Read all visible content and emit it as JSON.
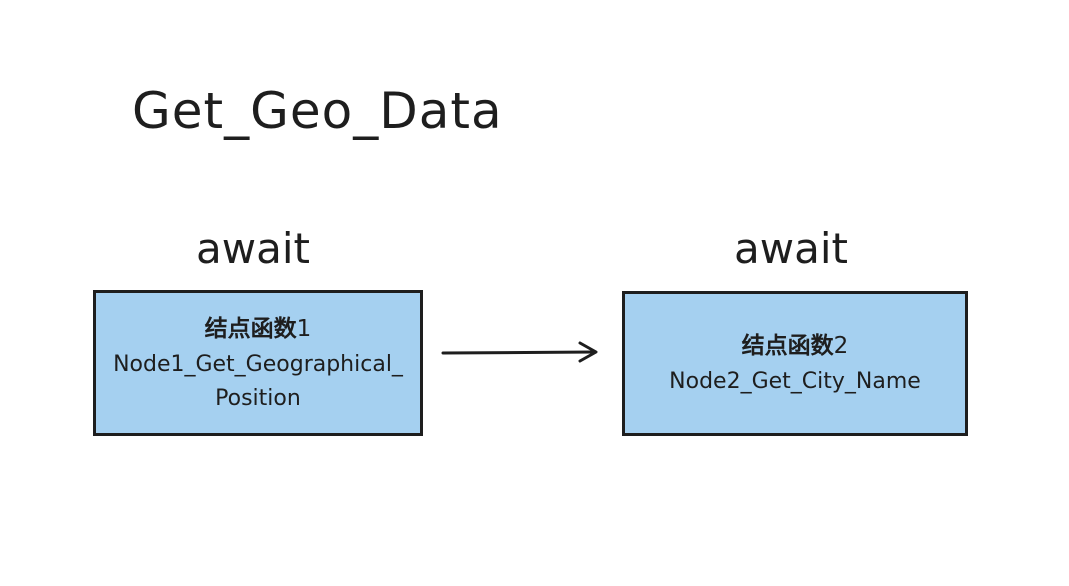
{
  "title": "Get_Geo_Data",
  "nodes": [
    {
      "prefix": "await",
      "label_cn": "结点函数",
      "label_num": "1",
      "function_name": "Node1_Get_Geographical_Position",
      "fill": "#a5d0f0"
    },
    {
      "prefix": "await",
      "label_cn": "结点函数",
      "label_num": "2",
      "function_name": "Node2_Get_City_Name",
      "fill": "#a5d0f0"
    }
  ],
  "colors": {
    "stroke": "#1e1e1e",
    "node_fill": "#a5d0f0",
    "background": "#ffffff"
  }
}
